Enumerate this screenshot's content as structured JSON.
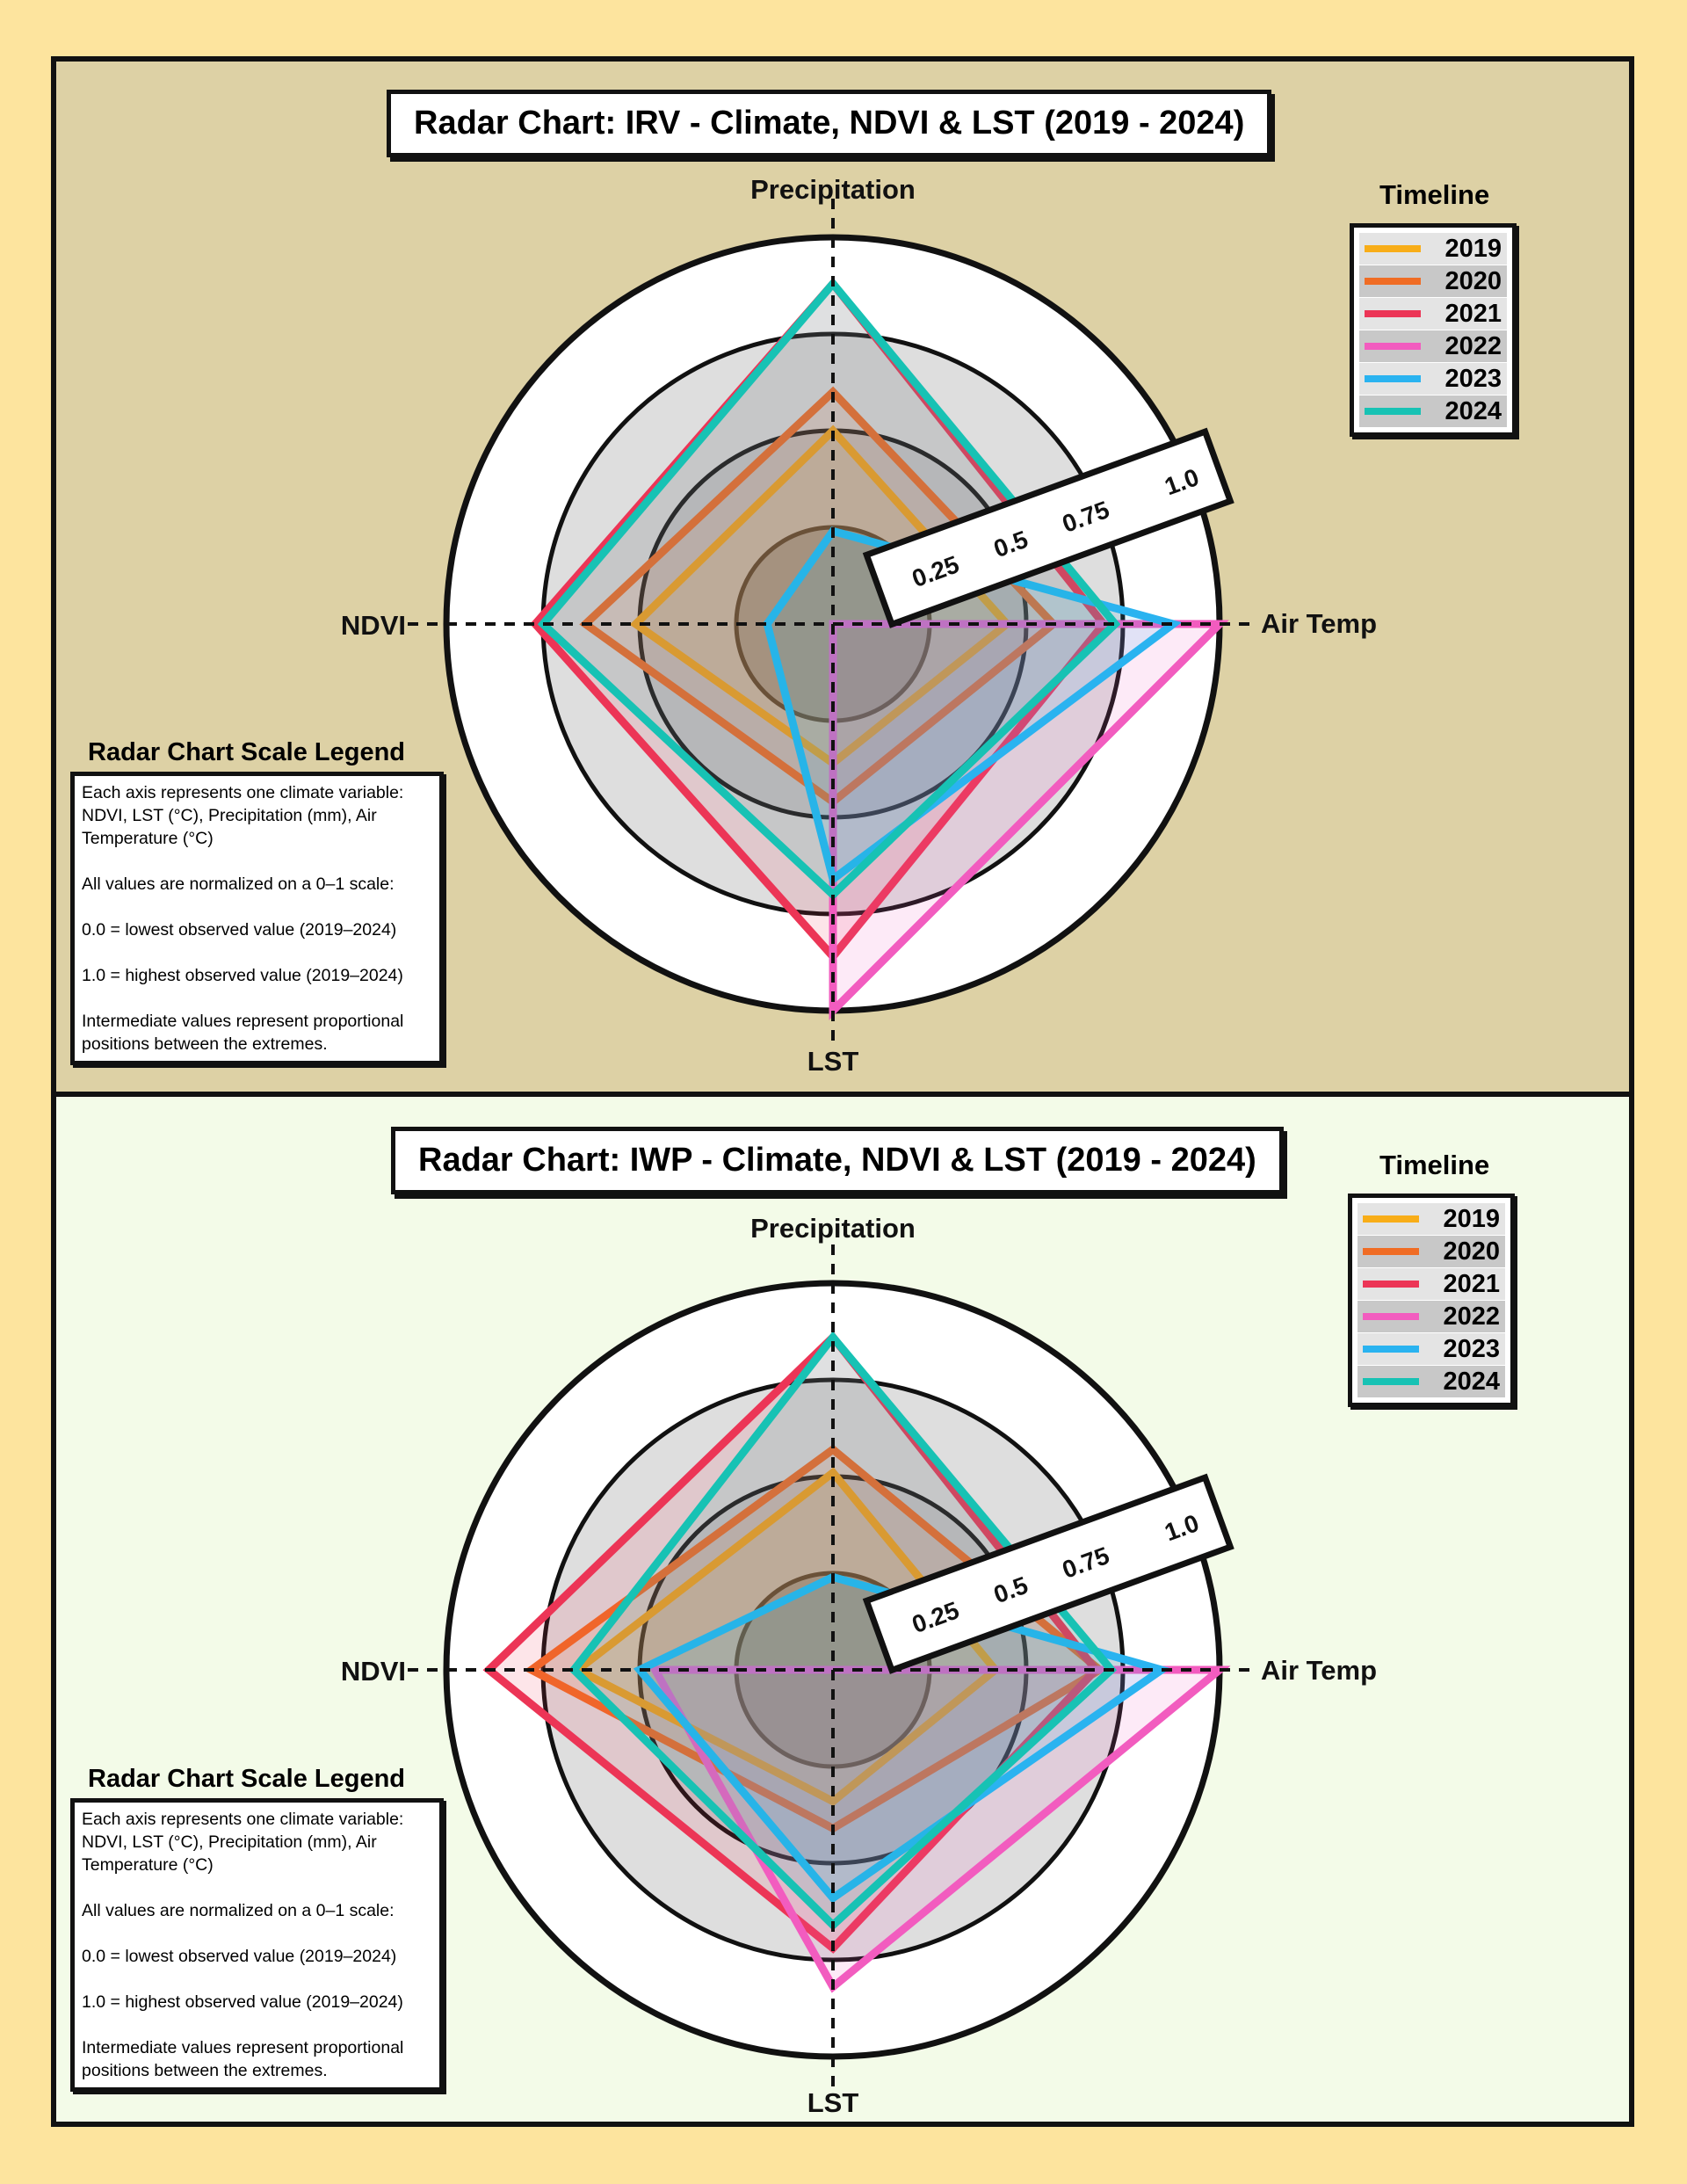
{
  "colors": {
    "page_bg": "#fde49e",
    "panel1_bg": "#ddd1a5",
    "panel2_bg": "#f3fbe8",
    "year_colors": [
      "#f8ad18",
      "#f06c24",
      "#ec3556",
      "#f25cbf",
      "#2ab3f0",
      "#17c2b4"
    ]
  },
  "legend": {
    "title": "Radar Chart Scale Legend",
    "lines": [
      "Each axis represents one climate variable: NDVI, LST (°C), Precipitation (mm), Air Temperature (°C)",
      "All values are normalized on a 0–1 scale:",
      "0.0 = lowest observed value (2019–2024)",
      "1.0 = highest observed value (2019–2024)",
      "Intermediate values represent proportional positions between the extremes."
    ]
  },
  "timeline": {
    "title": "Timeline",
    "years": [
      "2019",
      "2020",
      "2021",
      "2022",
      "2023",
      "2024"
    ]
  },
  "chart_data": [
    {
      "type": "radar",
      "title": "Radar Chart: IRV - Climate, NDVI & LST (2019 - 2024)",
      "axes": [
        "Precipitation",
        "Air Temp",
        "LST",
        "NDVI"
      ],
      "scale_labels": [
        "0.25",
        "0.5",
        "0.75",
        "1.0"
      ],
      "rlim": [
        0,
        1
      ],
      "series": [
        {
          "name": "2019",
          "values": [
            0.5,
            0.45,
            0.36,
            0.51
          ]
        },
        {
          "name": "2020",
          "values": [
            0.6,
            0.57,
            0.46,
            0.64
          ]
        },
        {
          "name": "2021",
          "values": [
            0.88,
            0.7,
            0.86,
            0.77
          ]
        },
        {
          "name": "2022",
          "values": [
            0.0,
            1.0,
            1.0,
            0.0
          ]
        },
        {
          "name": "2023",
          "values": [
            0.24,
            0.88,
            0.66,
            0.17
          ]
        },
        {
          "name": "2024",
          "values": [
            0.88,
            0.73,
            0.7,
            0.75
          ]
        }
      ]
    },
    {
      "type": "radar",
      "title": "Radar Chart: IWP - Climate, NDVI & LST (2019 - 2024)",
      "axes": [
        "Precipitation",
        "Air Temp",
        "LST",
        "NDVI"
      ],
      "scale_labels": [
        "0.25",
        "0.5",
        "0.75",
        "1.0"
      ],
      "rlim": [
        0,
        1
      ],
      "series": [
        {
          "name": "2019",
          "values": [
            0.51,
            0.42,
            0.34,
            0.66
          ]
        },
        {
          "name": "2020",
          "values": [
            0.57,
            0.69,
            0.41,
            0.78
          ]
        },
        {
          "name": "2021",
          "values": [
            0.86,
            0.68,
            0.72,
            0.89
          ]
        },
        {
          "name": "2022",
          "values": [
            0.0,
            1.0,
            0.82,
            0.46
          ]
        },
        {
          "name": "2023",
          "values": [
            0.24,
            0.85,
            0.59,
            0.5
          ]
        },
        {
          "name": "2024",
          "values": [
            0.86,
            0.72,
            0.66,
            0.67
          ]
        }
      ]
    }
  ]
}
